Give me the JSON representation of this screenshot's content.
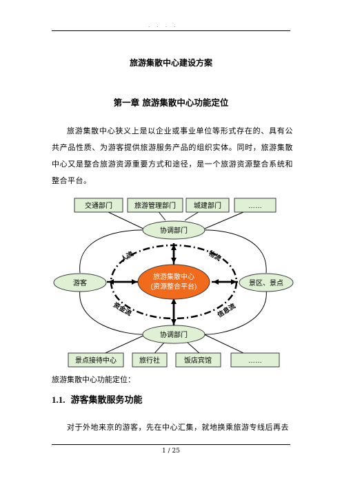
{
  "header": {
    "text": ". .    . ."
  },
  "document": {
    "title": "旅游集散中心建设方案",
    "chapter_title": "第一章   旅游集散中心功能定位",
    "intro_paragraph": "旅游集散中心狭义上是以企业或事业单位等形式存在的、具有公共产品性质、为游客提供旅游服务产品的组织实体。同时，旅游集散中心又是整合旅游资源重要方式和途径，是一个旅游资源整合系统和整合平台。",
    "diagram_caption": "旅游集散中心功能定位：",
    "section_number": "1.1.",
    "section_title": "游客集散服务功能",
    "body_paragraph": "对于外地来京的游客，先在中心汇集，就地换乘旅游专线后再去"
  },
  "diagram": {
    "top_boxes": [
      "交通部门",
      "旅游管理部门",
      "城建部门",
      "……"
    ],
    "coordination_top": "协调部门",
    "coordination_bottom": "协调部门",
    "left_node": "游客",
    "right_node": "景区、景点",
    "center_line1": "旅游集散中心",
    "center_line2": "(资源整合平台)",
    "flows": {
      "people": "人流",
      "goods": "物流",
      "funds": "资金流",
      "info": "信息流"
    },
    "bottom_boxes": [
      "景点接待中心",
      "旅行社",
      "饭店宾馆",
      "……"
    ],
    "colors": {
      "box_fill": "#dff0d4",
      "box_stroke": "#3a3a3a",
      "center_fill": "#f26a1b"
    }
  },
  "footer": {
    "page": "1 / 25"
  }
}
